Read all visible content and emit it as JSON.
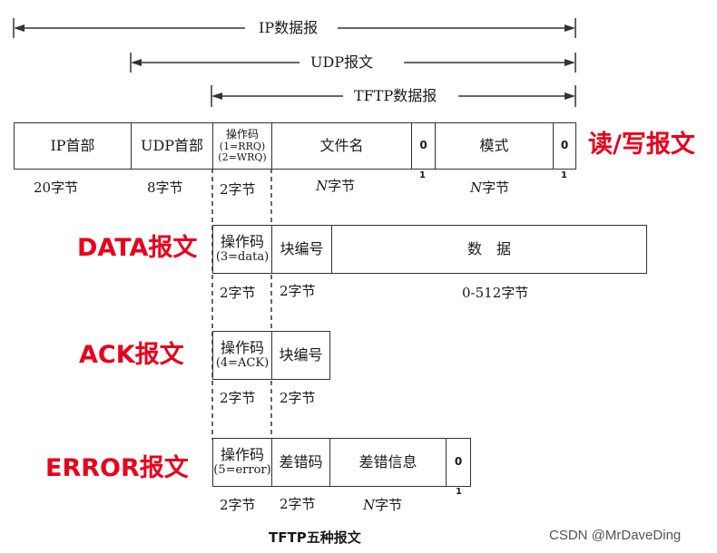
{
  "spans": {
    "ip": "IP数据报",
    "udp": "UDP报文",
    "tftp": "TFTP数据报"
  },
  "rw": {
    "title": "读/写报文",
    "ip_header": "IP首部",
    "udp_header": "UDP首部",
    "opcode": "操作码",
    "opcode_1": "(1=RRQ)",
    "opcode_2": "(2=WRQ)",
    "filename": "文件名",
    "zero": "0",
    "mode": "模式",
    "one": "1",
    "ip_bytes": "20字节",
    "udp_bytes": "8字节",
    "op_bytes": "2字节",
    "n_letter": "N",
    "n_suffix": "字节"
  },
  "data_msg": {
    "title": "DATA报文",
    "opcode": "操作码",
    "opcode_sub": "(3=data)",
    "block": "块编号",
    "data": "数　据",
    "op_bytes": "2字节",
    "block_bytes": "2字节",
    "data_bytes": "0-512字节"
  },
  "ack_msg": {
    "title": "ACK报文",
    "opcode": "操作码",
    "opcode_sub": "(4=ACK)",
    "block": "块编号",
    "op_bytes": "2字节",
    "block_bytes": "2字节"
  },
  "error_msg": {
    "title": "ERROR报文",
    "opcode": "操作码",
    "opcode_sub": "(5=error)",
    "code": "差错码",
    "info": "差错信息",
    "zero": "0",
    "one": "1",
    "op_bytes": "2字节",
    "code_bytes": "2字节",
    "n_letter": "N",
    "n_suffix": "字节"
  },
  "caption": "TFTP五种报文",
  "watermark": "CSDN @MrDaveDing",
  "colors": {
    "red_title": "#e8001c",
    "line": "#333333"
  }
}
